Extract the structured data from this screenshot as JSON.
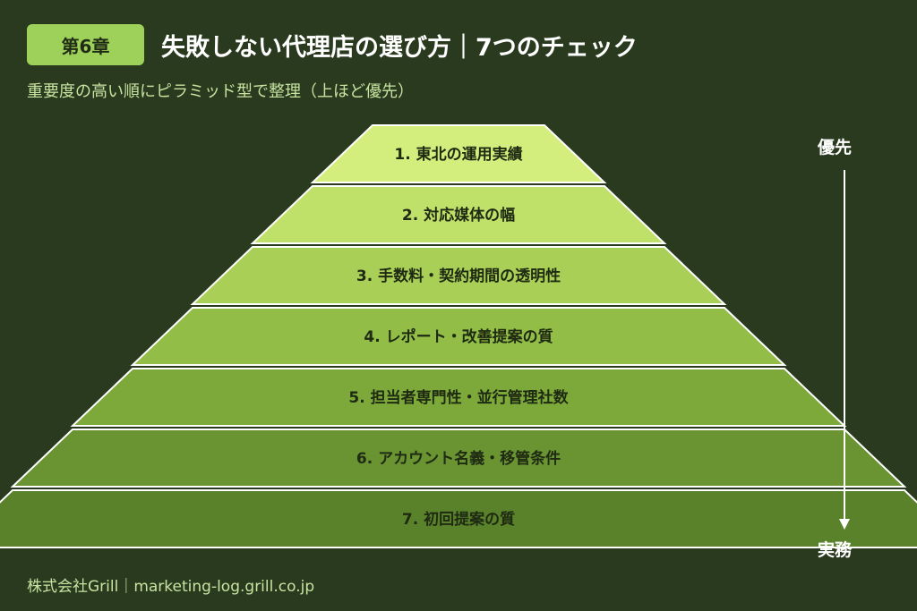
{
  "header": {
    "badge": "第6章",
    "title": "失敗しない代理店の選び方｜7つのチェック",
    "subtitle": "重要度の高い順にピラミッド型で整理（上ほど優先）"
  },
  "pyramid": {
    "tiers": [
      {
        "label": "1. 東北の運用実績",
        "color": "#d3ee7c"
      },
      {
        "label": "2. 対応媒体の幅",
        "color": "#bfe069"
      },
      {
        "label": "3. 手数料・契約期間の透明性",
        "color": "#a9cf56"
      },
      {
        "label": "4. レポート・改善提案の質",
        "color": "#92bd46"
      },
      {
        "label": "5. 担当者専門性・並行管理社数",
        "color": "#7da83a"
      },
      {
        "label": "6. アカウント名義・移管条件",
        "color": "#6a9432"
      },
      {
        "label": "7. 初回提案の質",
        "color": "#5a822b"
      }
    ]
  },
  "axis": {
    "top_label": "優先",
    "bottom_label": "実務"
  },
  "footer": {
    "text": "株式会社Grill｜marketing-log.grill.co.jp"
  }
}
